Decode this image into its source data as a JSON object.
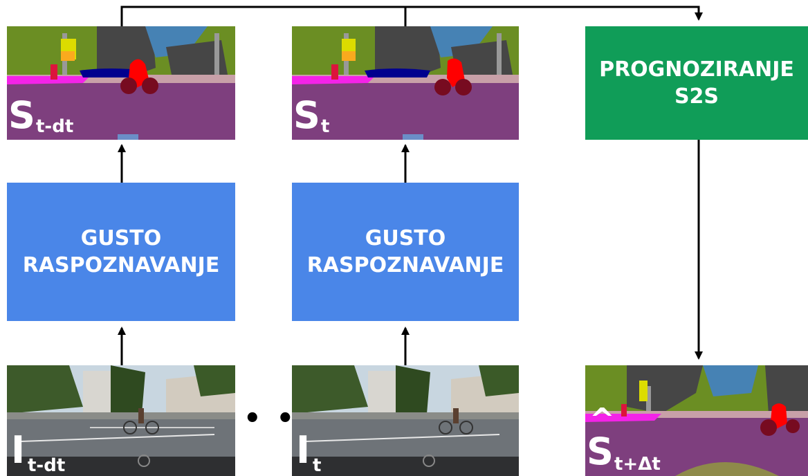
{
  "boxes": {
    "recognition_1": "GUSTO\nRASPOZNAVANJE",
    "recognition_2": "GUSTO\nRASPOZNAVANJE",
    "forecasting": "PROGNOZIRANJE\nS2S"
  },
  "labels": {
    "seg_prev": {
      "main": "S",
      "sub": "t-dt"
    },
    "seg_curr": {
      "main": "S",
      "sub": "t"
    },
    "seg_future": {
      "main": "S",
      "hat": "^",
      "sub": "t+Δt"
    },
    "img_prev": {
      "main": "I",
      "sub": "t-dt"
    },
    "img_curr": {
      "main": "I",
      "sub": "t"
    },
    "ellipsis": "• • •"
  },
  "colors": {
    "recognition_box": "#4a86e8",
    "forecasting_box": "#109d58",
    "road_purple": "#7e3f7e",
    "vegetation": "#6b8e23",
    "building": "#464646",
    "sky": "#4682b4",
    "sidewalk": "#f423e8",
    "person": "#dc143c",
    "bicycle": "#770b20",
    "traffic_sign": "#dcdc00",
    "arrow": "#000000"
  }
}
